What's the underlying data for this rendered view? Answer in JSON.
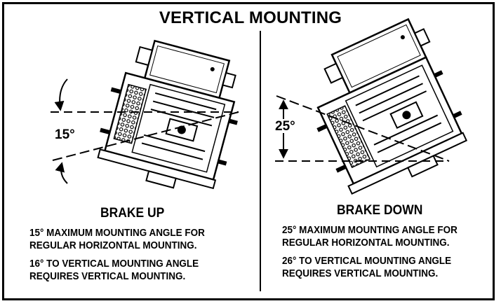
{
  "title": "VERTICAL MOUNTING",
  "left": {
    "angle_label": "15°",
    "heading": "BRAKE UP",
    "para1": "15° MAXIMUM MOUNTING ANGLE FOR\nREGULAR HORIZONTAL MOUNTING.",
    "para2": "16° TO VERTICAL MOUNTING ANGLE\nREQUIRES VERTICAL MOUNTING."
  },
  "right": {
    "angle_label": "25°",
    "heading": "BRAKE DOWN",
    "para1": "25° MAXIMUM MOUNTING ANGLE FOR\nREGULAR HORIZONTAL MOUNTING.",
    "para2": "26° TO VERTICAL MOUNTING ANGLE\nREQUIRES VERTICAL MOUNTING."
  }
}
